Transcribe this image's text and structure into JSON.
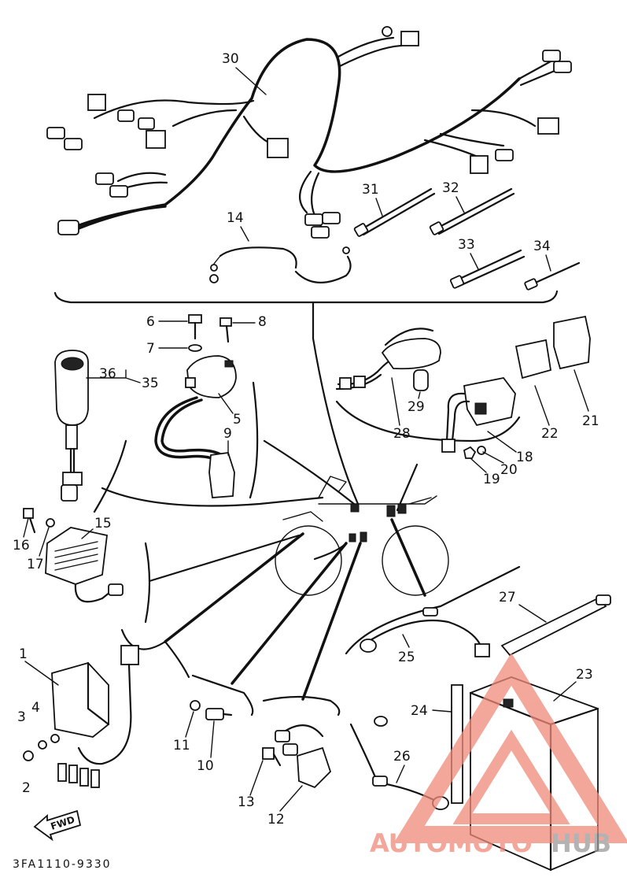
{
  "diagram": {
    "code": "3FA1110-9330",
    "fwd": "FWD",
    "labels": {
      "l1": "1",
      "l2": "2",
      "l3": "3",
      "l4": "4",
      "l5": "5",
      "l6": "6",
      "l7": "7",
      "l8": "8",
      "l9": "9",
      "l10": "10",
      "l11": "11",
      "l12": "12",
      "l13": "13",
      "l14": "14",
      "l15": "15",
      "l16": "16",
      "l17": "17",
      "l18": "18",
      "l19": "19",
      "l20": "20",
      "l21": "21",
      "l22": "22",
      "l23": "23",
      "l24": "24",
      "l25": "25",
      "l26": "26",
      "l27": "27",
      "l28": "28",
      "l29": "29",
      "l30": "30",
      "l31": "31",
      "l32": "32",
      "l33": "33",
      "l34": "34",
      "l35": "35",
      "l36": "36"
    }
  },
  "watermark": {
    "part1": "AUTOMOTO",
    "part2": "HUB",
    "color_primary": "#f08a7a",
    "color_secondary": "#9a9a9a"
  }
}
